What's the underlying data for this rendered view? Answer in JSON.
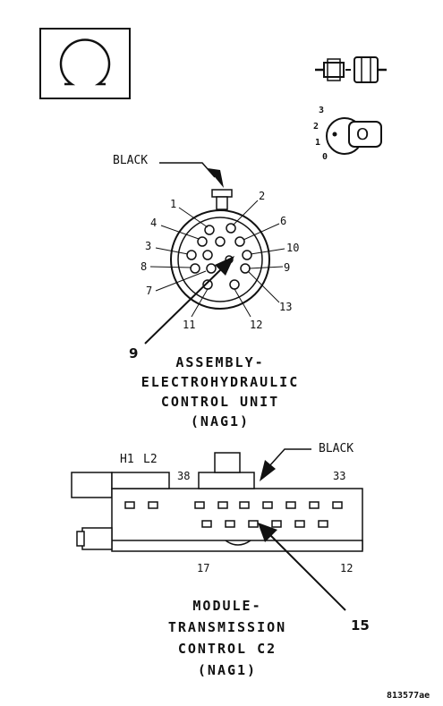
{
  "connector1": {
    "wire_color": "BLACK",
    "pins": [
      "1",
      "2",
      "3",
      "4",
      "6",
      "7",
      "8",
      "9",
      "10",
      "11",
      "12",
      "13"
    ],
    "callout": "9",
    "title_lines": [
      "ASSEMBLY-",
      "ELECTROHYDRAULIC",
      "CONTROL UNIT",
      "(NAG1)"
    ]
  },
  "connector2": {
    "wire_color": "BLACK",
    "labels": {
      "h1": "H1",
      "l2": "L2",
      "p38": "38",
      "p33": "33",
      "p17": "17",
      "p12": "12"
    },
    "callout": "15",
    "title_lines": [
      "MODULE-",
      "TRANSMISSION",
      "CONTROL C2",
      "(NAG1)"
    ]
  },
  "key_positions": [
    "3",
    "2",
    "1",
    "0"
  ],
  "key_letter": "O",
  "figure_code": "813577ae",
  "icons": [
    "omega-icon",
    "connector-plug-icon",
    "ignition-key-icon"
  ]
}
